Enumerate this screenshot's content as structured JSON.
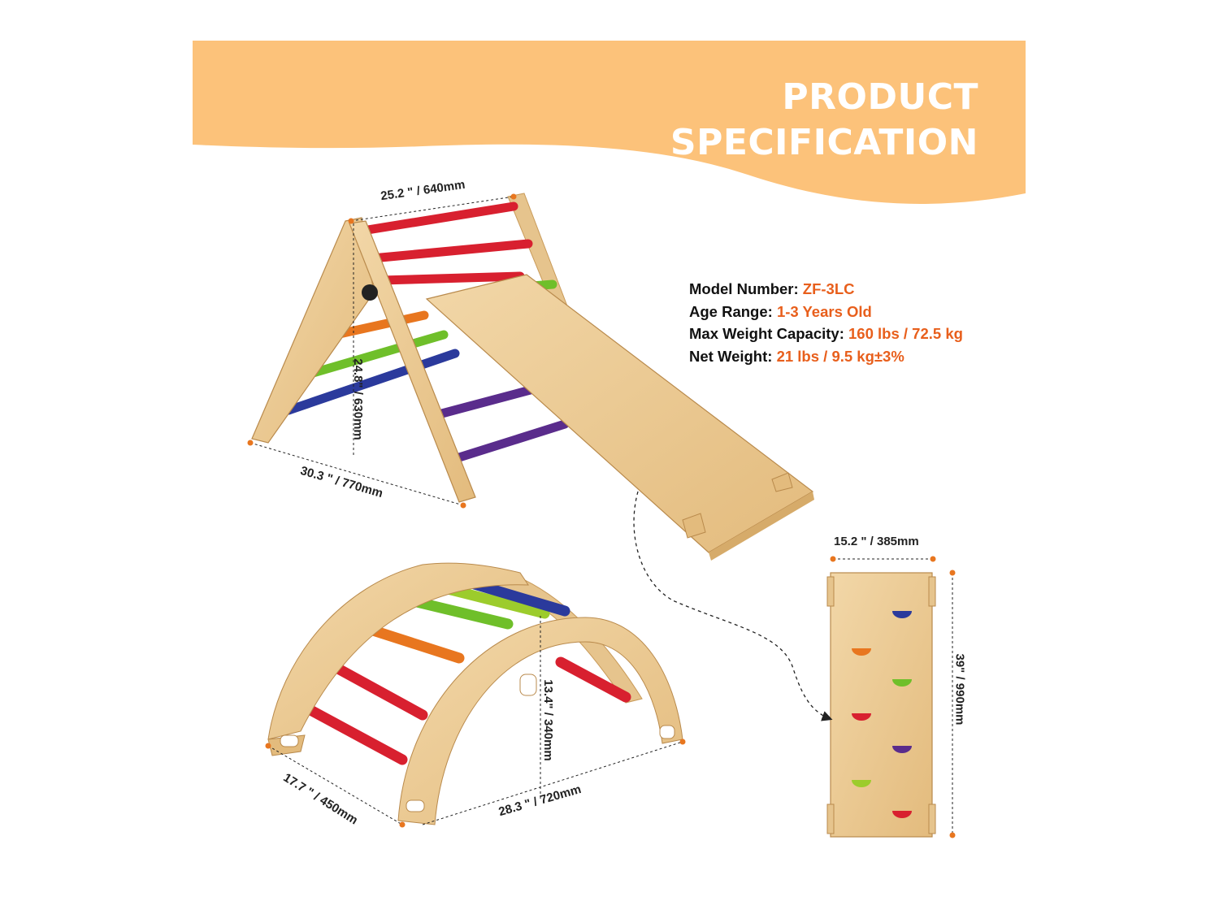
{
  "banner": {
    "title_line1": "PRODUCT",
    "title_line2": "SPECIFICATION",
    "color": "#fcc27a"
  },
  "specs": {
    "model_label": "Model Number:",
    "model_value": "ZF-3LC",
    "age_label": "Age Range:",
    "age_value": "1-3 Years Old",
    "weight_cap_label": "Max Weight Capacity:",
    "weight_cap_value": "160 lbs / 72.5 kg",
    "net_weight_label": "Net Weight:",
    "net_weight_value": "21 lbs / 9.5 kg±3%",
    "value_color": "#e85f1c"
  },
  "dimensions": {
    "triangle_top": "25.2 \" / 640mm",
    "triangle_height": "24.8\" / 630mm",
    "triangle_base": "30.3 \" / 770mm",
    "board_width": "15.2 \" / 385mm",
    "board_length": "39\" / 990mm",
    "arch_height": "13.4\" / 340mm",
    "arch_depth": "17.7 \" / 450mm",
    "arch_length": "28.3 \" / 720mm"
  },
  "rung_colors": [
    "#d8202f",
    "#e8761f",
    "#6fbf2a",
    "#9ccc2c",
    "#2b3a9c",
    "#5a2c8c"
  ]
}
